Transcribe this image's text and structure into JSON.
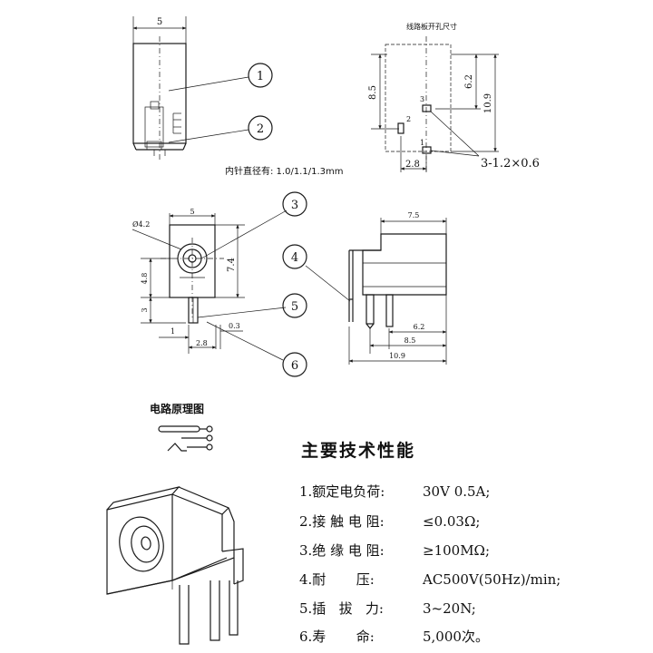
{
  "top_view": {
    "width_dim": "5",
    "note": "内针直径有: 1.0/1.1/1.3mm"
  },
  "pcb_layout": {
    "title": "线路板开孔尺寸",
    "dim_8_5": "8.5",
    "dim_6_2": "6.2",
    "dim_10_9": "10.9",
    "dim_2_8": "2.8",
    "hole_spec": "3-1.2×0.6",
    "pin_1": "1",
    "pin_2": "2",
    "pin_3": "3"
  },
  "callouts": [
    "1",
    "2",
    "3",
    "4",
    "5",
    "6"
  ],
  "front_view": {
    "dia": "Ø4.2",
    "width": "5",
    "height": "7.4",
    "h_4_8": "4.8",
    "h_3": "3",
    "pin_w": "0.3",
    "d_1": "1",
    "d_2_8": "2.8"
  },
  "side_view": {
    "top": "7.5",
    "d_6_2": "6.2",
    "d_8_5": "8.5",
    "d_10_9": "10.9"
  },
  "circuit": {
    "title": "电路原理图"
  },
  "specs": {
    "title": "主要技术性能",
    "rows": [
      {
        "label": "1.额定电负荷:",
        "value": "30V 0.5A;"
      },
      {
        "label": "2.接 触 电 阻:",
        "value": "≤0.03Ω;"
      },
      {
        "label": "3.绝 缘 电 阻:",
        "value": "≥100MΩ;"
      },
      {
        "label": "4.耐       压:",
        "value": "AC500V(50Hz)/min;"
      },
      {
        "label": "5.插   拔   力:",
        "value": "3~20N;"
      },
      {
        "label": "6.寿       命:",
        "value": "5,000次。"
      }
    ]
  }
}
